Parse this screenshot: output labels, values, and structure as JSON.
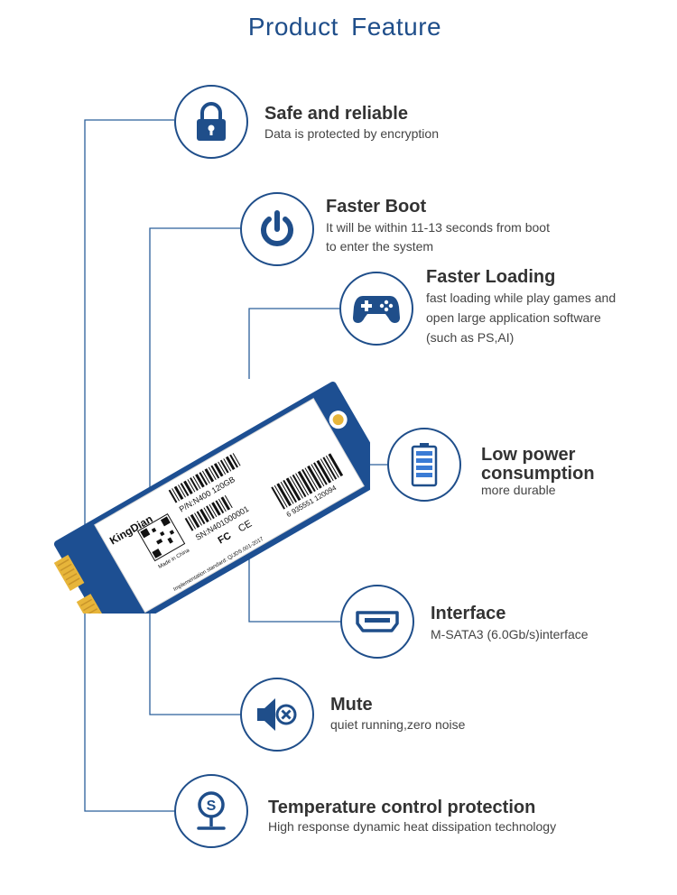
{
  "page": {
    "title": "Product  Feature"
  },
  "colors": {
    "accent": "#1f4e8a",
    "line": "#2b5f9a",
    "text": "#333333"
  },
  "features": [
    {
      "icon": "lock-icon",
      "title": "Safe and reliable",
      "desc": [
        "Data is protected by encryption"
      ]
    },
    {
      "icon": "power-icon",
      "title": "Faster Boot",
      "desc": [
        "It will be within 11-13 seconds from boot",
        "to enter the system"
      ]
    },
    {
      "icon": "gamepad-icon",
      "title": "Faster Loading",
      "desc": [
        "fast loading while play games and",
        "open large application software",
        "(such as PS,AI)"
      ]
    },
    {
      "icon": "battery-icon",
      "title": [
        "Low power",
        "consumption"
      ],
      "desc": [
        "more durable"
      ]
    },
    {
      "icon": "hdmi-port-icon",
      "title": "Interface",
      "desc": [
        "M-SATA3  (6.0Gb/s)interface"
      ]
    },
    {
      "icon": "mute-speaker-icon",
      "title": "Mute",
      "desc": [
        "quiet running,zero noise"
      ]
    },
    {
      "icon": "thermometer-icon",
      "title": "Temperature control protection",
      "desc": [
        "High response dynamic heat dissipation technology"
      ]
    }
  ],
  "ssd": {
    "brand": "KingDian",
    "pn": "P/N:N400  120GB",
    "sn": "SN:N401000001",
    "made_in": "Made in China",
    "barcode_number": "6 935551 120094",
    "standard": "Implementation standard: Q/JDS.001-2017",
    "fc_mark": "FC",
    "ce_mark": "CE"
  }
}
